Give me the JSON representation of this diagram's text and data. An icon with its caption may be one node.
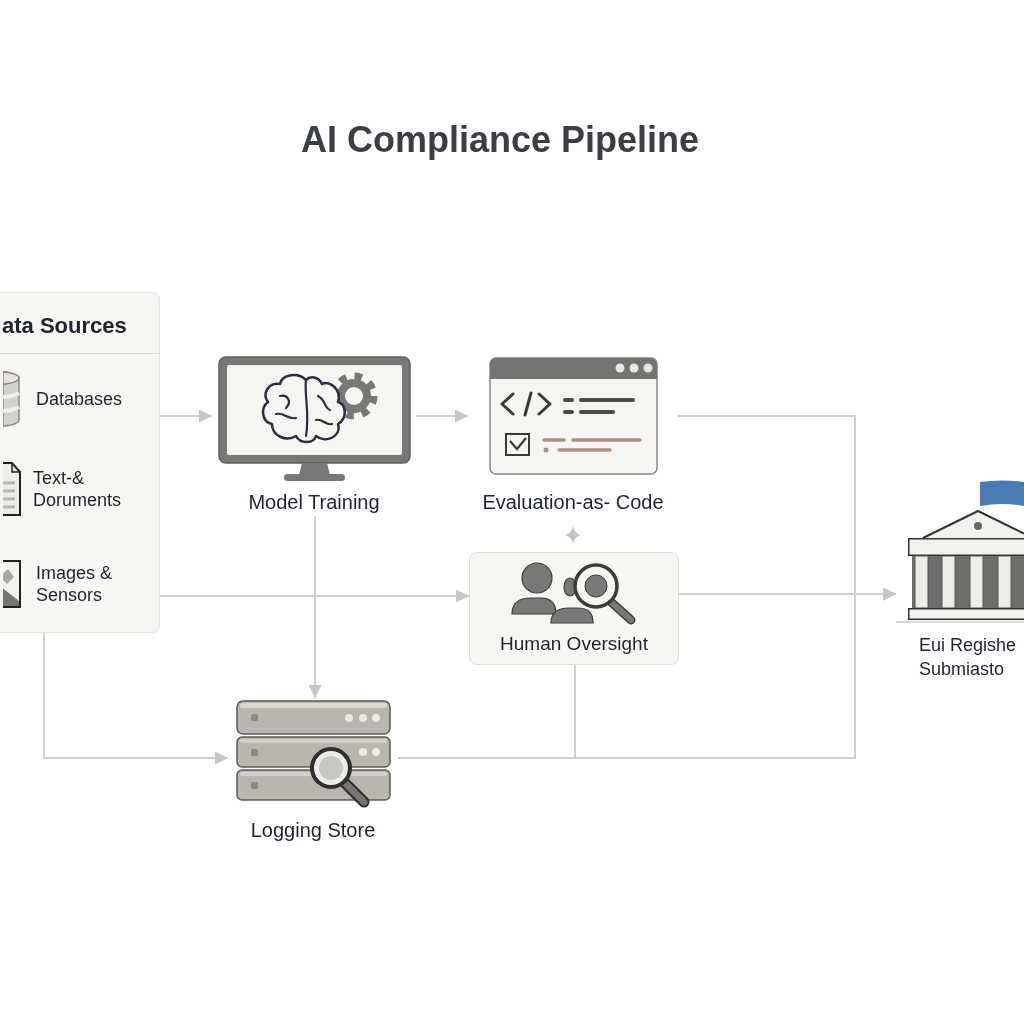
{
  "diagram": {
    "title": "AI Compliance Pipeline",
    "nodes": [
      {
        "text": [
          "ata Sources"
        ]
      },
      {
        "text": [
          "Databases"
        ],
        "in": 0
      },
      {
        "text": [
          "Text-& Doruments"
        ],
        "in": 0
      },
      {
        "text": [
          "Images & Sensors"
        ],
        "in": 0
      },
      {
        "text": [
          "Model Training"
        ]
      },
      {
        "text": [
          "Evaluation-as- Code"
        ]
      },
      {
        "text": [
          "Human Oversight"
        ]
      },
      {
        "text": [
          "Logging Store"
        ]
      },
      {
        "text": [
          "Eui Regishe Submiasto"
        ]
      }
    ],
    "edges": [
      {
        "from": 1,
        "to": 4,
        "arrow": "to"
      },
      {
        "from": 4,
        "to": 5,
        "arrow": "to"
      },
      {
        "from": 4,
        "to": 7,
        "arrow": "to"
      },
      {
        "from": 3,
        "to": 6,
        "arrow": "to"
      },
      {
        "from": 0,
        "to": 7,
        "arrow": "to"
      },
      {
        "from": 5,
        "to": 8,
        "arrow": "to"
      },
      {
        "from": 6,
        "to": 8,
        "arrow": "to"
      },
      {
        "from": 6,
        "to": 7,
        "arrow": "none"
      },
      {
        "from": 7,
        "to": 8,
        "arrow": "to"
      }
    ]
  }
}
